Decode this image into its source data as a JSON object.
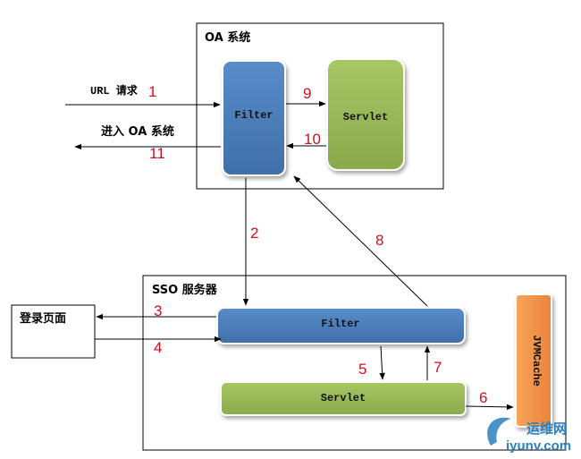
{
  "oa": {
    "title": "OA 系统",
    "filter_label": "Filter",
    "servlet_label": "Servlet"
  },
  "sso": {
    "title": "SSO 服务器",
    "filter_label": "Filter",
    "servlet_label": "Servlet",
    "cache_label": "JVMCache"
  },
  "login_page": "登录页面",
  "url_request": "URL 请求",
  "enter_oa": "进入 OA 系统",
  "steps": [
    "1",
    "2",
    "3",
    "4",
    "5",
    "6",
    "7",
    "8",
    "9",
    "10",
    "11"
  ],
  "watermark": {
    "cn": "运维网",
    "en": "iyunv.com"
  },
  "colors": {
    "filter_blue": "#4f81bd",
    "servlet_green": "#9bbb59",
    "cache_orange": "#f79646",
    "step_red": "#d01020"
  }
}
